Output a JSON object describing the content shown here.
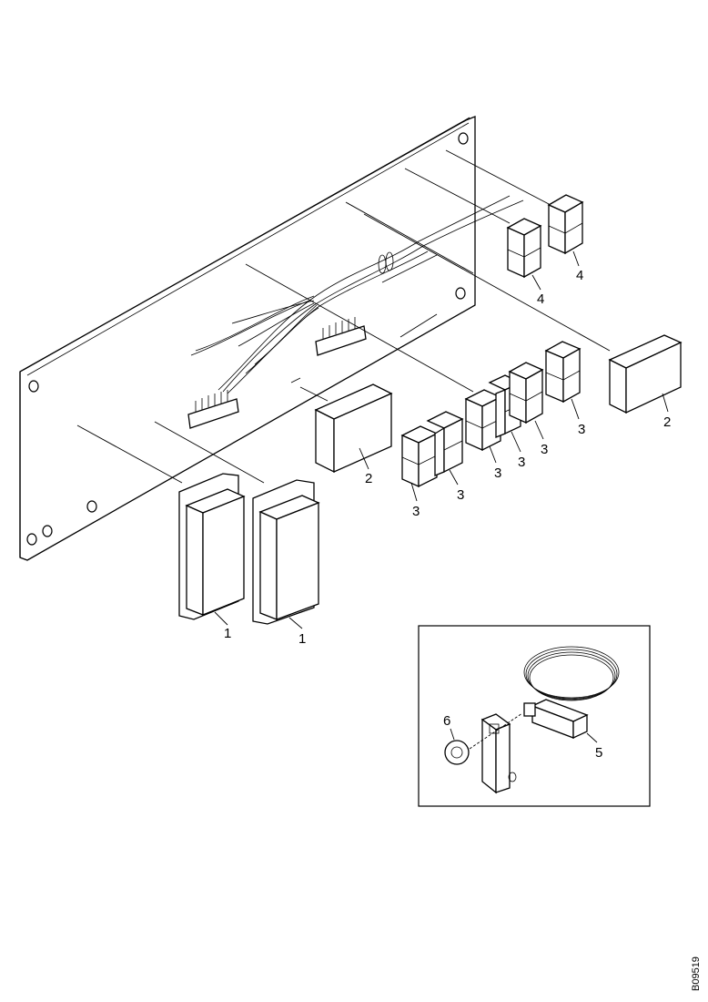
{
  "callouts": {
    "c1a": "1",
    "c1b": "1",
    "c2a": "2",
    "c2b": "2",
    "c3a": "3",
    "c3b": "3",
    "c3c": "3",
    "c3d": "3",
    "c3e": "3",
    "c3f": "3",
    "c4a": "4",
    "c4b": "4",
    "c5": "5",
    "c6": "6"
  },
  "doc_id": "B09519"
}
